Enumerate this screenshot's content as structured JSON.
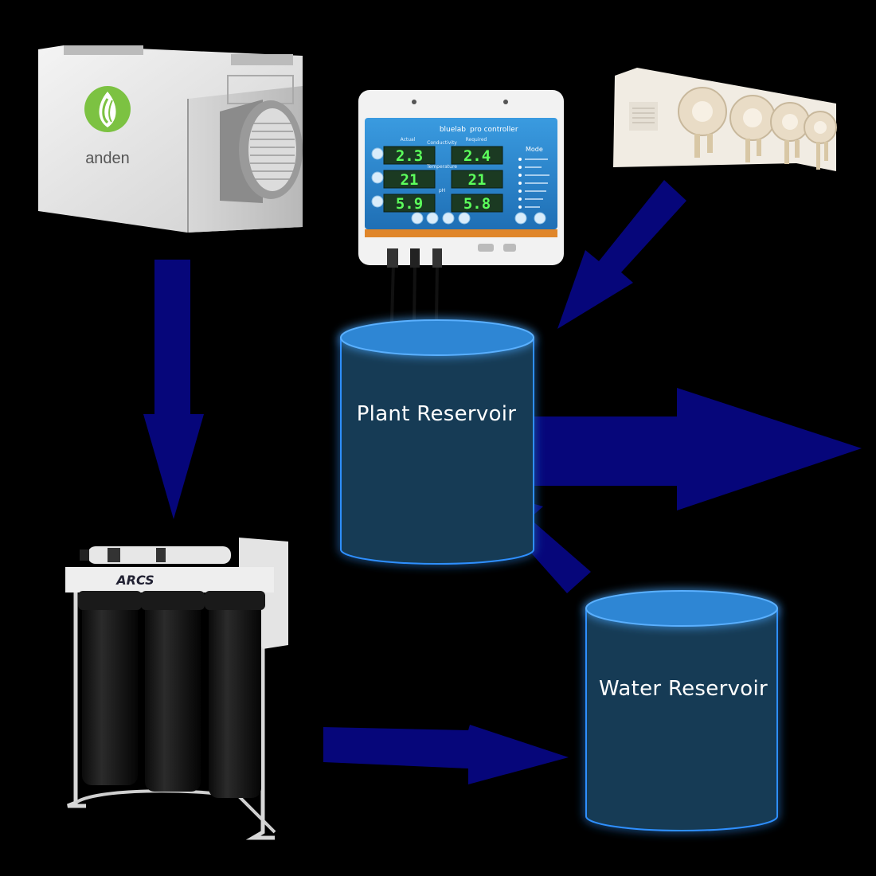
{
  "colors": {
    "background": "#000000",
    "arrow": "#06067a",
    "reservoir_body": "#143a55",
    "reservoir_top": "#2e86d4",
    "glow": "#2f8fff",
    "controller_accent": "#2b8fd6",
    "lcd": "#1b3a22",
    "lcd_digits": "#5cff5c"
  },
  "dehumidifier": {
    "brand": "anden",
    "icon": "drop-leaf-icon"
  },
  "controller": {
    "brand": "bluelab",
    "model": "pro controller",
    "col_left_label": "Actual",
    "col_right_label": "Required",
    "mode_label": "Mode",
    "rows": [
      {
        "label": "Conductivity",
        "actual": "2.3",
        "required": "2.4"
      },
      {
        "label": "Temperature",
        "actual": "21",
        "required": "21"
      },
      {
        "label": "pH",
        "actual": "5.9",
        "required": "5.8"
      }
    ]
  },
  "filter": {
    "brand": "ARCS"
  },
  "plant_reservoir": {
    "label": "Plant Reservoir"
  },
  "water_reservoir": {
    "label": "Water Reservoir"
  },
  "flows": [
    {
      "from": "dehumidifier",
      "to": "filter"
    },
    {
      "from": "filter",
      "to": "water_reservoir"
    },
    {
      "from": "water_reservoir",
      "to": "plant_reservoir"
    },
    {
      "from": "dosing_pumps",
      "to": "plant_reservoir"
    },
    {
      "from": "plant_reservoir",
      "to": "out"
    }
  ]
}
